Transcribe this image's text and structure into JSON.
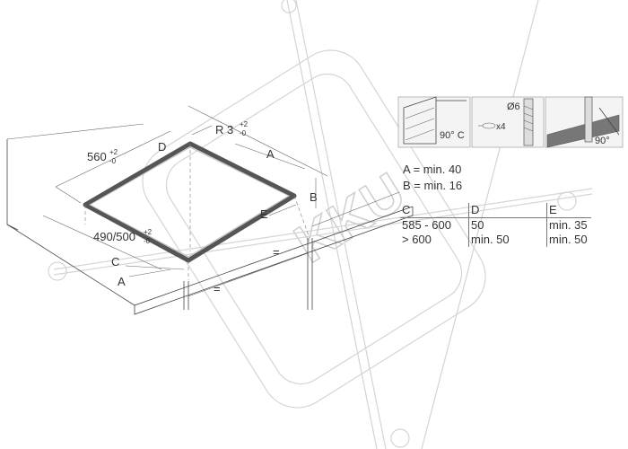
{
  "diagram": {
    "dimensions": {
      "radius": "R 3",
      "radius_tol_top": "+2",
      "radius_tol_bottom": "-0",
      "width": "560",
      "width_tol_top": "+2",
      "width_tol_bottom": "-0",
      "depth": "490/500",
      "depth_tol_top": "+2",
      "depth_tol_bottom": "-0"
    },
    "letters": {
      "A_top": "A",
      "A_bottom": "A",
      "B": "B",
      "C": "C",
      "D": "D",
      "E": "E",
      "eq1": "=",
      "eq2": "="
    },
    "details": {
      "angle_left": "90° C",
      "hole_diameter": "Ø6",
      "screw_count": "x4",
      "angle_right": "90°"
    },
    "legend": [
      "A = min. 40",
      "B = min. 16"
    ],
    "spec_table": {
      "headers": [
        "C",
        "D",
        "E"
      ],
      "rows": [
        [
          "585 - 600",
          "50",
          "min. 35"
        ],
        [
          "> 600",
          "min. 50",
          "min. 50"
        ]
      ]
    },
    "watermark": "KKU"
  }
}
